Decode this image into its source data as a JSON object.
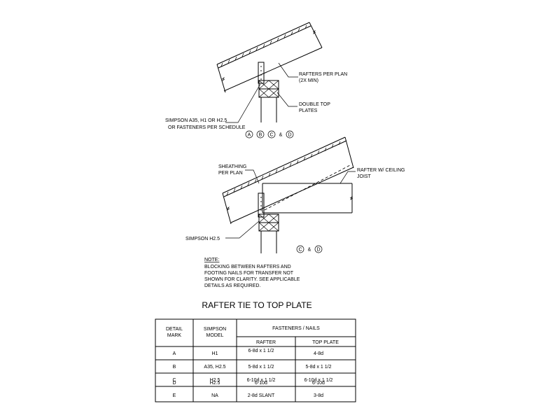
{
  "detail_upper": {
    "label_rafter": [
      "RAFTERS PER PLAN",
      "(2X MIN)"
    ],
    "label_plates": [
      "DOUBLE TOP",
      "PLATES"
    ],
    "label_connector": [
      "SIMPSON A35, H1 OR H2.5",
      "OR FASTENERS PER SCHEDULE"
    ],
    "detail_tags": [
      "A",
      "B",
      "C",
      "D"
    ],
    "tag_and": "&"
  },
  "detail_lower": {
    "label_sheathing": [
      "SHEATHING",
      "PER PLAN"
    ],
    "label_joist": [
      "RAFTER W/ CEILING",
      "JOIST"
    ],
    "label_connector": "SIMPSON H2.5",
    "detail_tags": [
      "C",
      "D"
    ],
    "tag_and": "&"
  },
  "note": {
    "heading": "NOTE:",
    "lines": [
      "BLOCKING BETWEEN RAFTERS AND",
      "FOOTING NAILS FOR TRANSFER NOT",
      "SHOWN FOR CLARITY. SEE APPLICABLE",
      "DETAILS AS REQUIRED."
    ]
  },
  "table": {
    "title": "RAFTER TIE TO TOP PLATE",
    "header_detail": [
      "DETAIL",
      "MARK"
    ],
    "header_simpson": [
      "SIMPSON",
      "MODEL"
    ],
    "header_fasteners": "FASTENERS / NAILS",
    "header_rafter": "RAFTER",
    "header_topplate": "TOP PLATE",
    "rows": [
      {
        "mark": "A",
        "model": "H1",
        "rafter": "6-8d x 1 1/2",
        "top": "4-8d"
      },
      {
        "mark": "B",
        "model": "A35, H2.5",
        "rafter": "5-8d x 1 1/2",
        "top": "5-8d x 1 1/2"
      },
      {
        "mark": "C",
        "model": "H2.5",
        "rafter": "6-10d x 1 1/2",
        "top": "6-10d x 1 1/2"
      },
      {
        "mark": "D",
        "model": "H2.5",
        "rafter": "6-10d",
        "top": "6-10d"
      },
      {
        "mark": "E",
        "model": "NA",
        "rafter": "2-8d SLANT",
        "top": "3-8d"
      }
    ]
  }
}
